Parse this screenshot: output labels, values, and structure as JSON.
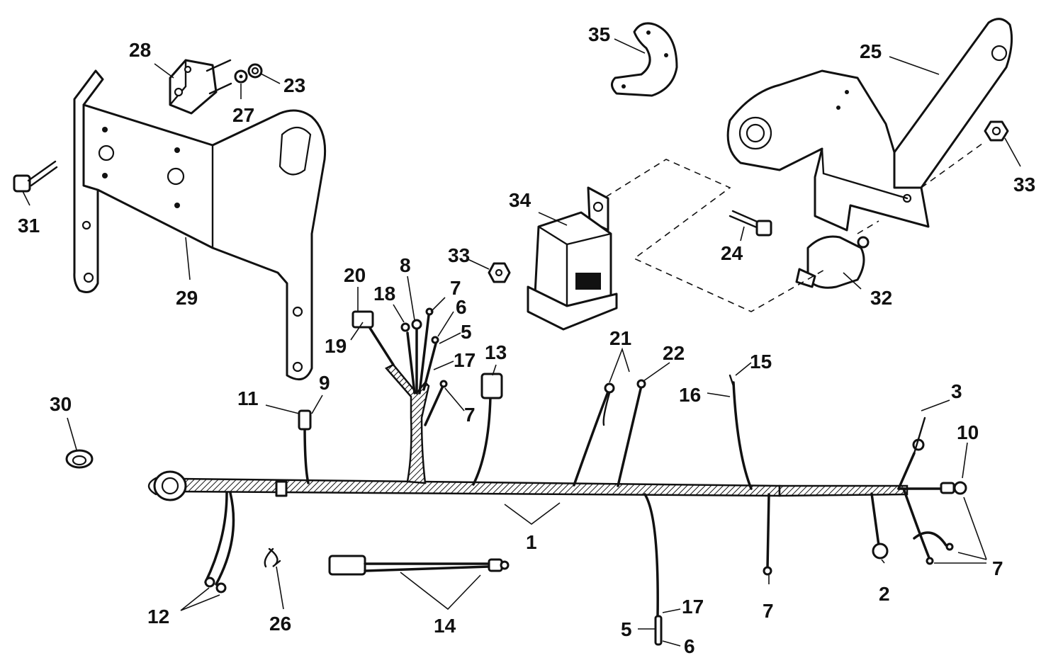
{
  "callouts": [
    {
      "id": "c28",
      "text": "28"
    },
    {
      "id": "c23",
      "text": "23"
    },
    {
      "id": "c27",
      "text": "27"
    },
    {
      "id": "c31",
      "text": "31"
    },
    {
      "id": "c29",
      "text": "29"
    },
    {
      "id": "c35",
      "text": "35"
    },
    {
      "id": "c25",
      "text": "25"
    },
    {
      "id": "c33a",
      "text": "33"
    },
    {
      "id": "c34",
      "text": "34"
    },
    {
      "id": "c24",
      "text": "24"
    },
    {
      "id": "c32",
      "text": "32"
    },
    {
      "id": "c33b",
      "text": "33"
    },
    {
      "id": "c20",
      "text": "20"
    },
    {
      "id": "c8",
      "text": "8"
    },
    {
      "id": "c18",
      "text": "18"
    },
    {
      "id": "c7a",
      "text": "7"
    },
    {
      "id": "c6a",
      "text": "6"
    },
    {
      "id": "c5a",
      "text": "5"
    },
    {
      "id": "c19",
      "text": "19"
    },
    {
      "id": "c17a",
      "text": "17"
    },
    {
      "id": "c13",
      "text": "13"
    },
    {
      "id": "c7b",
      "text": "7"
    },
    {
      "id": "c21",
      "text": "21"
    },
    {
      "id": "c22",
      "text": "22"
    },
    {
      "id": "c15",
      "text": "15"
    },
    {
      "id": "c16",
      "text": "16"
    },
    {
      "id": "c3",
      "text": "3"
    },
    {
      "id": "c10",
      "text": "10"
    },
    {
      "id": "c30",
      "text": "30"
    },
    {
      "id": "c11",
      "text": "11"
    },
    {
      "id": "c9",
      "text": "9"
    },
    {
      "id": "c1",
      "text": "1"
    },
    {
      "id": "c7c",
      "text": "7"
    },
    {
      "id": "c2",
      "text": "2"
    },
    {
      "id": "c7d",
      "text": "7"
    },
    {
      "id": "c12",
      "text": "12"
    },
    {
      "id": "c26",
      "text": "26"
    },
    {
      "id": "c14",
      "text": "14"
    },
    {
      "id": "c17b",
      "text": "17"
    },
    {
      "id": "c5b",
      "text": "5"
    },
    {
      "id": "c6b",
      "text": "6"
    }
  ]
}
